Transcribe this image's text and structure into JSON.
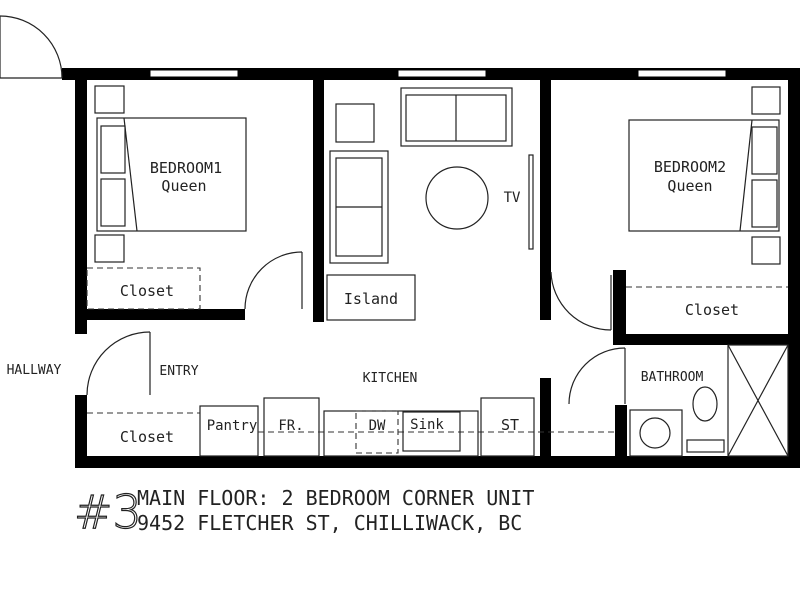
{
  "rooms": {
    "bedroom1": "BEDROOM1",
    "bedroom1_bed": "Queen",
    "bedroom2": "BEDROOM2",
    "bedroom2_bed": "Queen",
    "tv": "TV",
    "island": "Island",
    "closet_bedroom1": "Closet",
    "closet_bedroom2": "Closet",
    "closet_entry": "Closet",
    "hallway": "HALLWAY",
    "entry": "ENTRY",
    "kitchen": "KITCHEN",
    "bathroom": "BATHROOM",
    "pantry": "Pantry",
    "fridge": "FR.",
    "dishwasher": "DW",
    "sink": "Sink",
    "stove": "ST"
  },
  "caption": {
    "unit_number": "#3",
    "line1": "MAIN FLOOR: 2 BEDROOM CORNER UNIT",
    "line2": "9452 FLETCHER ST, CHILLIWACK, BC"
  },
  "colors": {
    "wall": "#000000",
    "line": "#222222",
    "background": "#ffffff"
  }
}
